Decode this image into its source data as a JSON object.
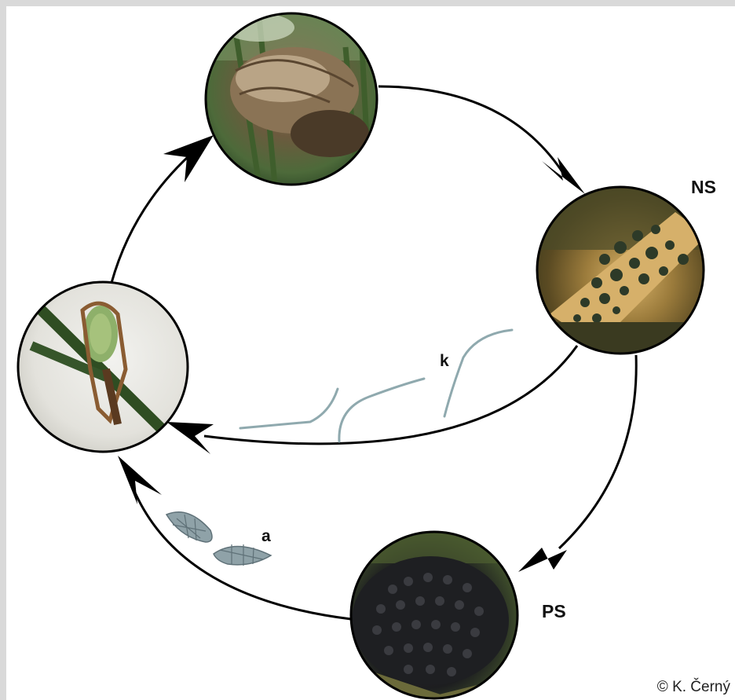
{
  "labels": {
    "ns": "NS",
    "ps": "PS",
    "k": "k",
    "a": "a"
  },
  "copyright": "© K. Černý",
  "colors": {
    "background": "#ffffff",
    "border": "#d9d9d9",
    "arrow": "#000000",
    "conidia": "#8fa9ae",
    "ascospores": "#8fa2a8"
  }
}
